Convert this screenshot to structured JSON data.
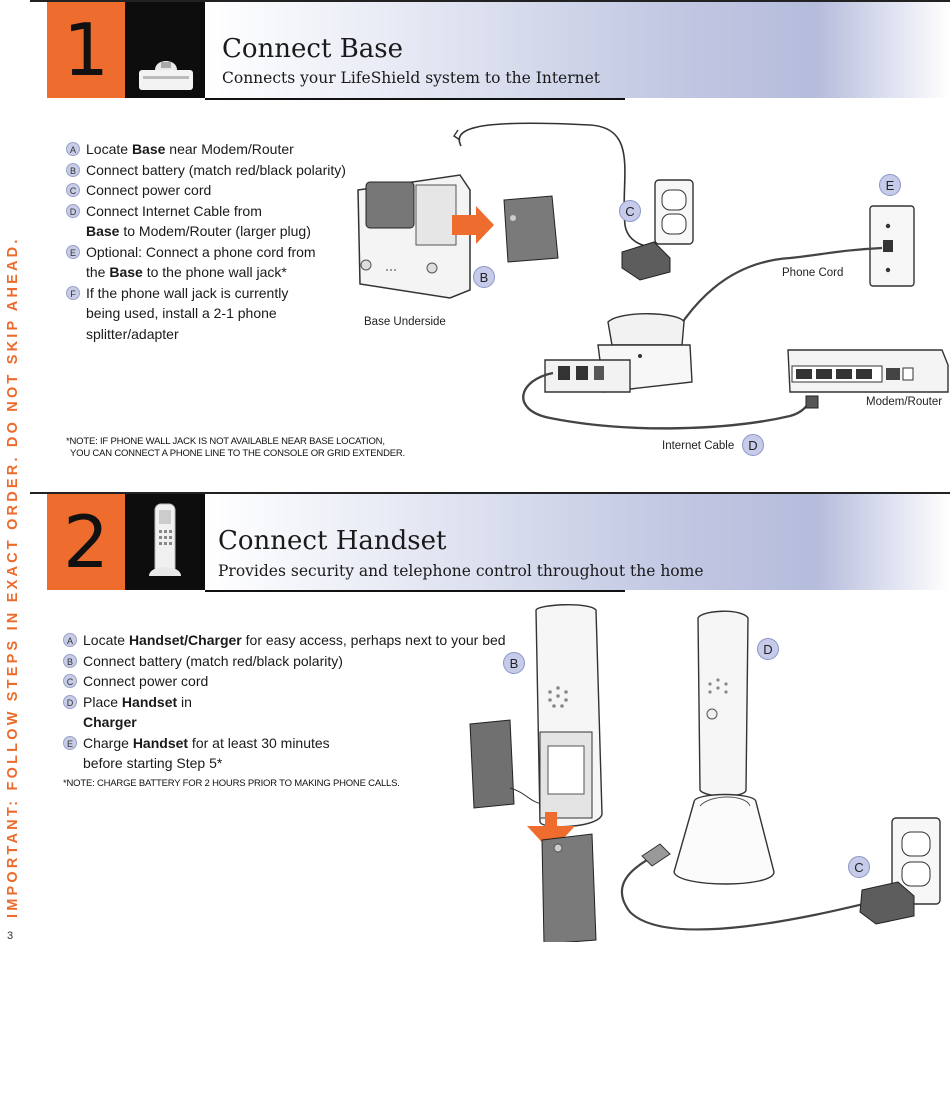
{
  "side_banner": "IMPORTANT: FOLLOW STEPS IN EXACT ORDER. DO NOT SKIP AHEAD.",
  "page_number": "3",
  "section1": {
    "number": "1",
    "title": "Connect Base",
    "subtitle": "Connects your LifeShield system to the Internet",
    "steps": [
      {
        "badge": "A",
        "lines": [
          [
            "Locate ",
            "Base",
            " near Modem/Router"
          ]
        ]
      },
      {
        "badge": "B",
        "lines": [
          [
            "Connect battery (match red/black polarity)",
            "",
            ""
          ]
        ]
      },
      {
        "badge": "C",
        "lines": [
          [
            "Connect power cord",
            "",
            ""
          ]
        ]
      },
      {
        "badge": "D",
        "lines": [
          [
            "Connect Internet Cable from",
            "",
            ""
          ],
          [
            "",
            "Base",
            " to Modem/Router (larger plug)"
          ]
        ]
      },
      {
        "badge": "E",
        "lines": [
          [
            "Optional: Connect a phone cord from",
            "",
            ""
          ],
          [
            "the ",
            "Base",
            " to the phone wall jack*"
          ]
        ]
      },
      {
        "badge": "F",
        "lines": [
          [
            "If the phone wall jack is currently",
            "",
            ""
          ],
          [
            "being used, install a 2-1 phone",
            "",
            ""
          ],
          [
            "splitter/adapter",
            "",
            ""
          ]
        ]
      }
    ],
    "note_line1": "*NOTE: IF PHONE WALL JACK IS NOT AVAILABLE NEAR BASE LOCATION,",
    "note_line2": "YOU CAN CONNECT A PHONE LINE TO THE CONSOLE OR GRID EXTENDER.",
    "labels": {
      "base_underside": "Base Underside",
      "phone_cord": "Phone Cord",
      "modem_router": "Modem/Router",
      "internet_cable": "Internet Cable"
    },
    "callouts": {
      "b": "B",
      "c": "C",
      "d": "D",
      "e": "E"
    }
  },
  "section2": {
    "number": "2",
    "title": "Connect Handset",
    "subtitle": "Provides security and telephone control throughout the home",
    "steps": [
      {
        "badge": "A",
        "lines": [
          [
            "Locate ",
            "Handset/Charger",
            " for easy access, perhaps next to your bed"
          ]
        ]
      },
      {
        "badge": "B",
        "lines": [
          [
            "Connect battery (match red/black polarity)",
            "",
            ""
          ]
        ]
      },
      {
        "badge": "C",
        "lines": [
          [
            "Connect power cord",
            "",
            ""
          ]
        ]
      },
      {
        "badge": "D",
        "lines": [
          [
            "Place ",
            "Handset",
            " in "
          ],
          [
            "",
            "Charger",
            ""
          ]
        ]
      },
      {
        "badge": "E",
        "lines": [
          [
            "Charge ",
            "Handset",
            " for at least 30 minutes"
          ],
          [
            "before starting Step 5*",
            "",
            ""
          ]
        ]
      }
    ],
    "note": "*NOTE: CHARGE BATTERY FOR 2 HOURS PRIOR TO MAKING PHONE CALLS.",
    "callouts": {
      "b": "B",
      "c": "C",
      "d": "D"
    }
  },
  "colors": {
    "accent_orange": "#ef6c2f",
    "badge_lavender": "#c6cbea",
    "header_gradient": "#b5bcdc"
  }
}
